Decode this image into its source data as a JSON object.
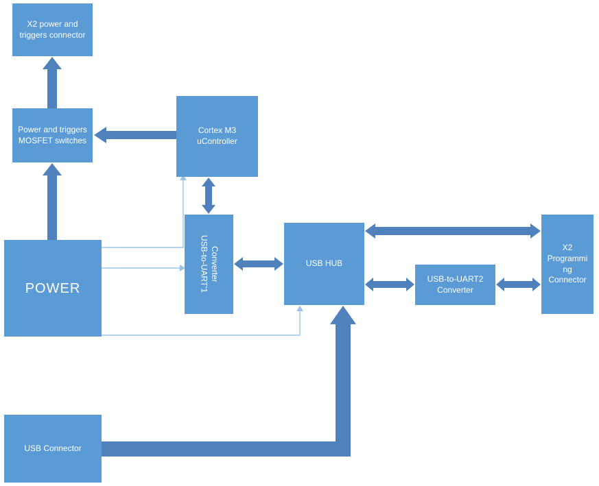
{
  "colors": {
    "node_fill": "#5b9bd5",
    "arrow_fill": "#4f81bd",
    "thin_line": "#9cc3e5",
    "text": "#ffffff"
  },
  "nodes": {
    "x2_power_triggers_connector": {
      "label": "X2 power and triggers connector"
    },
    "mosfet_switches": {
      "label": "Power and triggers MOSFET switches"
    },
    "cortex_m3": {
      "label": "Cortex M3 uController"
    },
    "uart1_converter": {
      "label": "USB-to-UART'1 Converter"
    },
    "power": {
      "label": "POWER"
    },
    "usb_hub": {
      "label": "USB HUB"
    },
    "uart2_converter": {
      "label": "USB-to-UART2 Converter"
    },
    "x2_programming_connector": {
      "label": "X2 Programming Connector"
    },
    "usb_connector": {
      "label": "USB Connector"
    }
  },
  "edges": [
    {
      "from": "mosfet_switches",
      "to": "x2_power_triggers_connector",
      "style": "thick-arrow"
    },
    {
      "from": "power",
      "to": "mosfet_switches",
      "style": "thick-arrow"
    },
    {
      "from": "cortex_m3",
      "to": "mosfet_switches",
      "style": "thick-arrow"
    },
    {
      "from": "cortex_m3",
      "to": "uart1_converter",
      "style": "thick-double-arrow"
    },
    {
      "from": "uart1_converter",
      "to": "usb_hub",
      "style": "thick-double-arrow"
    },
    {
      "from": "usb_hub",
      "to": "x2_programming_connector",
      "style": "thick-double-arrow"
    },
    {
      "from": "usb_hub",
      "to": "uart2_converter",
      "style": "thick-double-arrow"
    },
    {
      "from": "uart2_converter",
      "to": "x2_programming_connector",
      "style": "thick-double-arrow"
    },
    {
      "from": "usb_connector",
      "to": "usb_hub",
      "style": "thick-arrow-elbow"
    },
    {
      "from": "power",
      "to": "cortex_m3",
      "style": "thin-line-arrow"
    },
    {
      "from": "power",
      "to": "uart1_converter",
      "style": "thin-line-arrow"
    },
    {
      "from": "power",
      "to": "usb_hub",
      "style": "thin-line-arrow"
    }
  ]
}
